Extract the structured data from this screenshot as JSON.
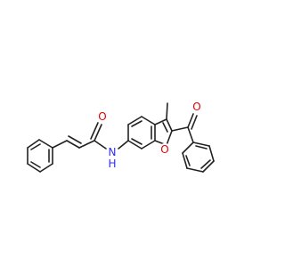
{
  "atoms": {
    "amide_oxygen": {
      "label": "O",
      "color": "#e60000"
    },
    "amide_nitrogen": {
      "label": "N",
      "color": "#2c2cff"
    },
    "amide_hydrogen": {
      "label": "H",
      "color": "#2c2cff"
    },
    "ring_oxygen": {
      "label": "O",
      "color": "#e60000"
    },
    "ketone_oxygen": {
      "label": "O",
      "color": "#e60000"
    }
  },
  "bond_color": "#222222"
}
